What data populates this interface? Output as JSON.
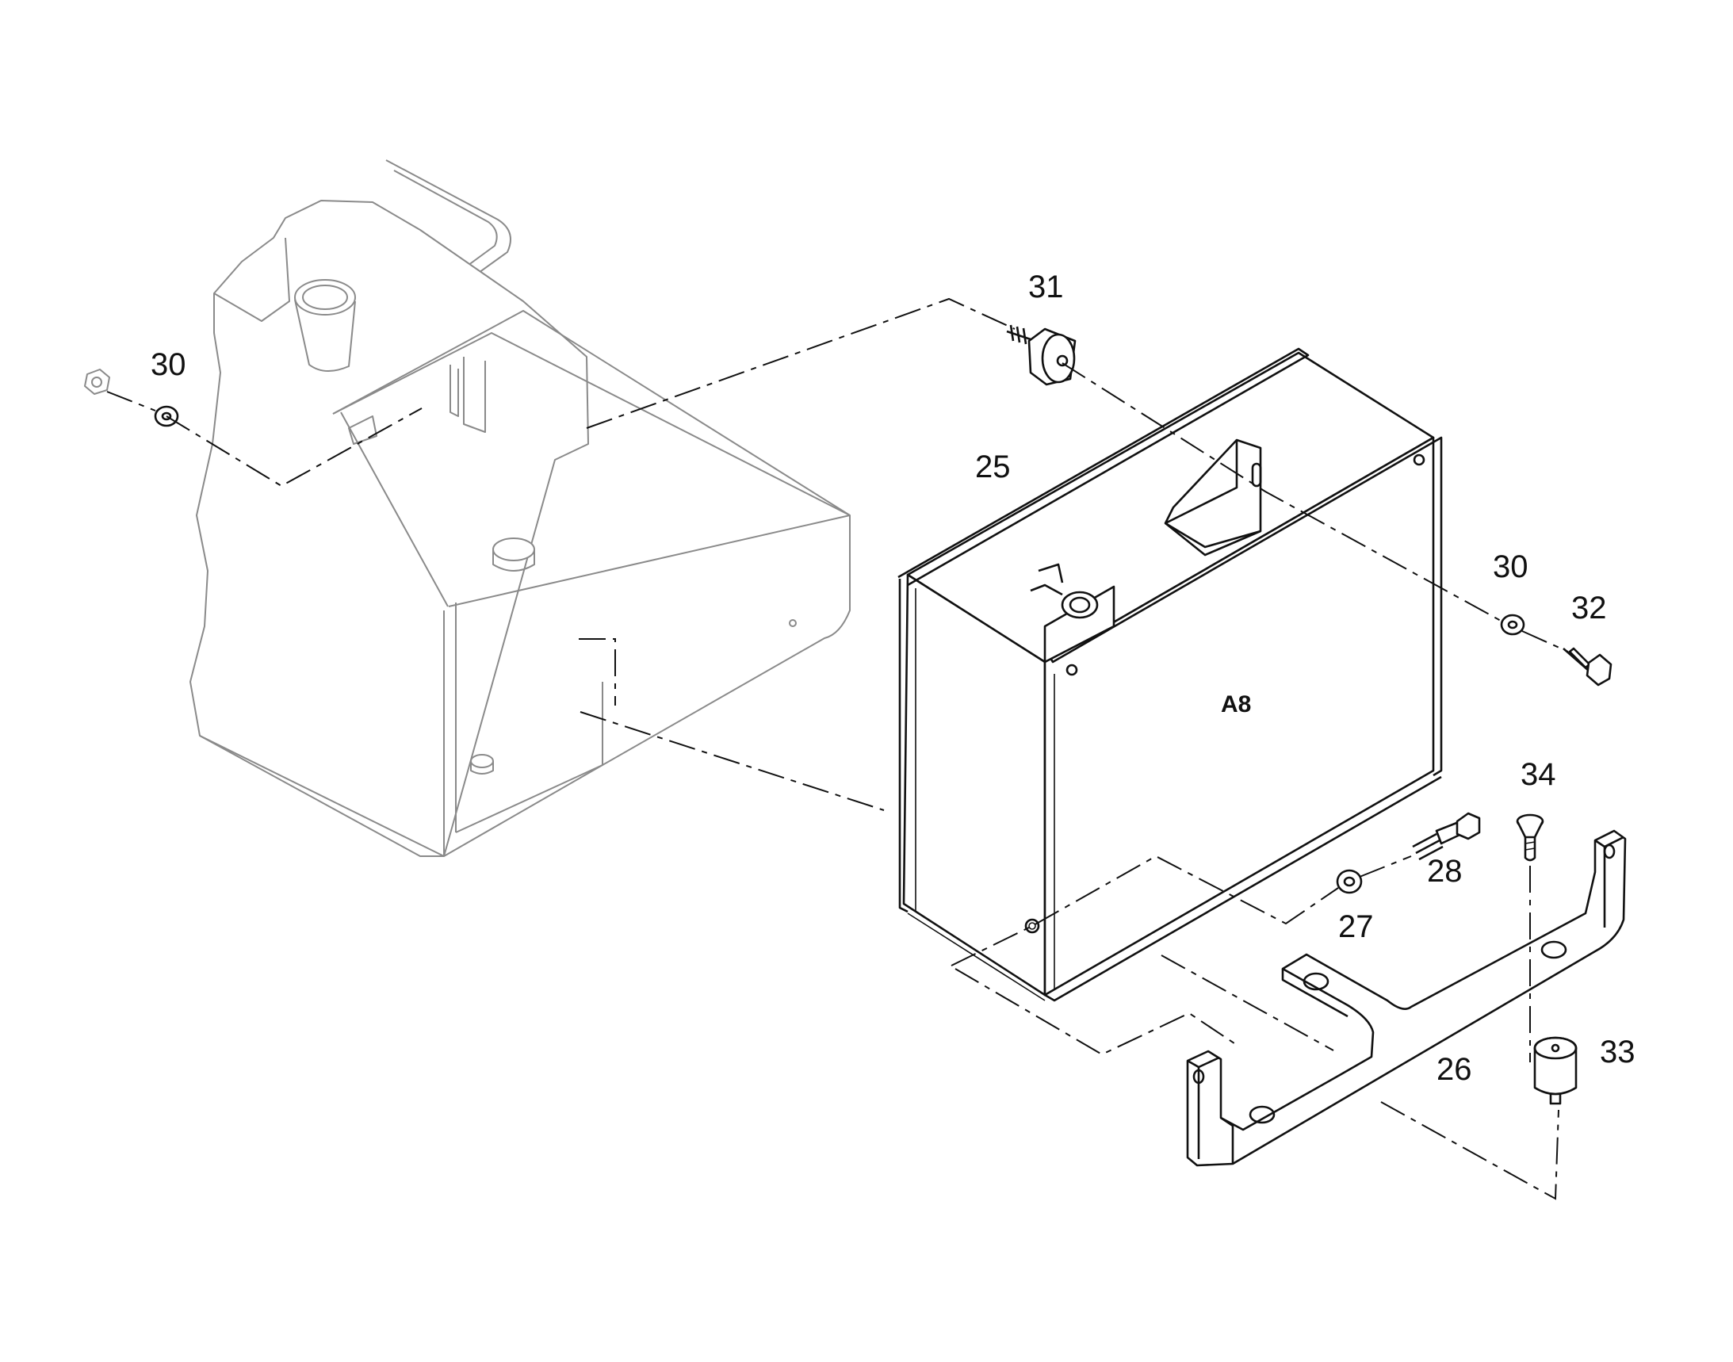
{
  "diagram": {
    "unit_label": "A8",
    "callouts": {
      "n25": "25",
      "n26": "26",
      "n27": "27",
      "n28": "28",
      "n30a": "30",
      "n30b": "30",
      "n31": "31",
      "n32": "32",
      "n33": "33",
      "n34": "34"
    }
  }
}
